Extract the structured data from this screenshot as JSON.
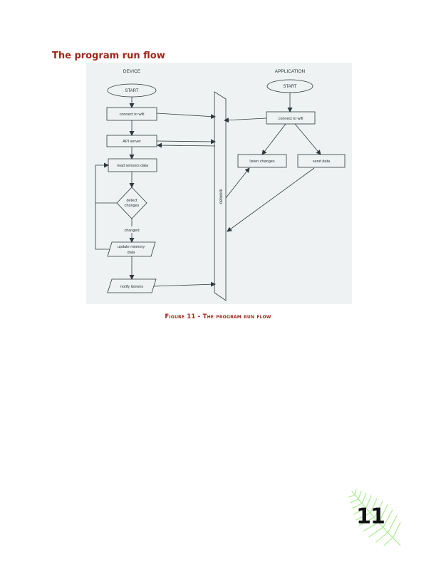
{
  "section_title": "The program run flow",
  "figure": {
    "caption": "Figure 11 - The program run flow",
    "device_heading": "DEVICE",
    "application_heading": "APPLICATION",
    "network_label": "network",
    "device_nodes": {
      "start": "START",
      "connect": "connect to wifi",
      "api_server": "API server",
      "read_sensors": "read sensors data",
      "detect_line1": "detect",
      "detect_line2": "changes",
      "changed": "changed",
      "update_line1": "update memory",
      "update_line2": "data",
      "notify": "notify listners"
    },
    "application_nodes": {
      "start": "START",
      "connect": "connect to wifi",
      "listen": "listen changes",
      "send": "send data"
    }
  },
  "page_number": "11",
  "colors": {
    "accent": "#a0281a",
    "panel_background": "#eef2f2",
    "diagram_stroke": "#2f3a3e",
    "leaf_green": "#a6ec8a"
  }
}
